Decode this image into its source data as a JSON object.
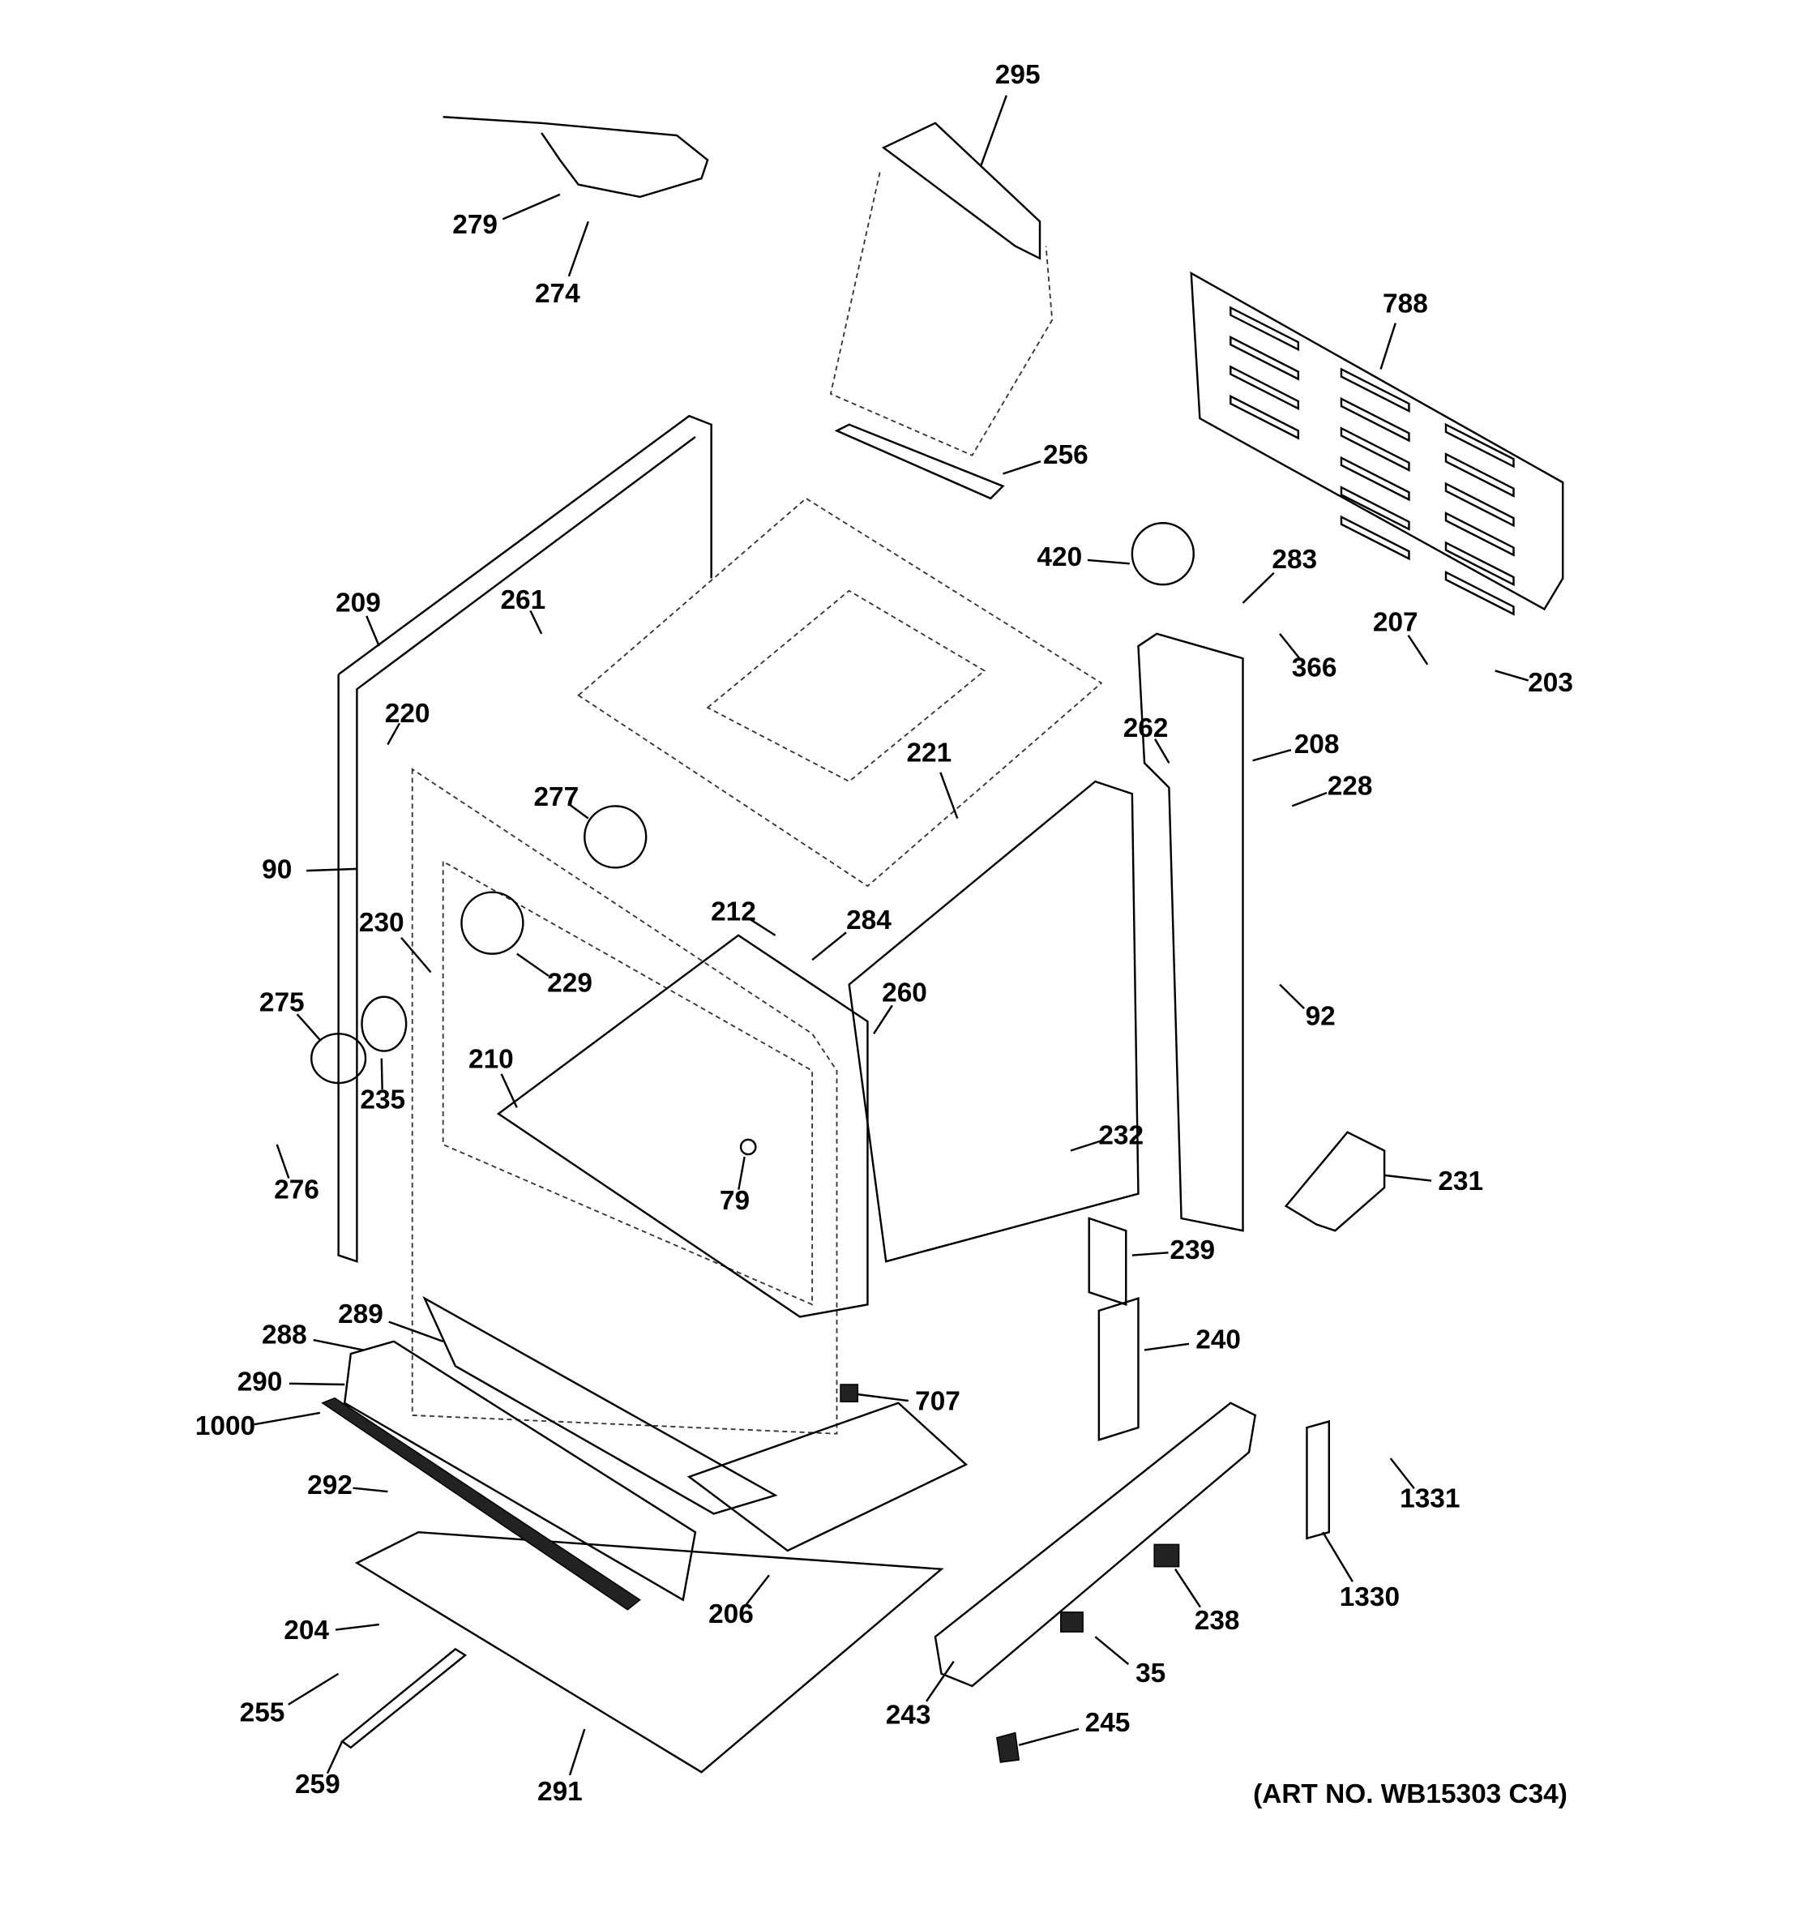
{
  "diagram": {
    "callouts": [
      "295",
      "279",
      "274",
      "788",
      "256",
      "420",
      "283",
      "207",
      "366",
      "203",
      "209",
      "261",
      "220",
      "262",
      "208",
      "221",
      "228",
      "277",
      "90",
      "230",
      "212",
      "284",
      "229",
      "260",
      "92",
      "275",
      "210",
      "235",
      "232",
      "276",
      "79",
      "231",
      "239",
      "289",
      "240",
      "288",
      "290",
      "1000",
      "707",
      "292",
      "1331",
      "206",
      "1330",
      "238",
      "204",
      "35",
      "255",
      "243",
      "245",
      "259",
      "291"
    ],
    "art_number": "(ART NO. WB15303 C34)"
  }
}
